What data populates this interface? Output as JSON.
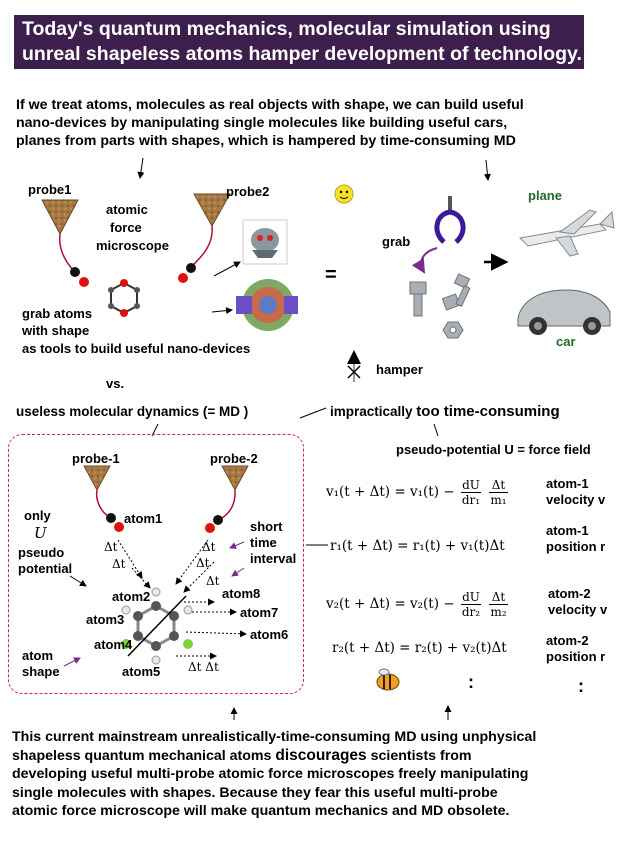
{
  "header": {
    "line1": "Today's quantum mechanics, molecular simulation using",
    "line2": "unreal shapeless atoms hamper development of technology."
  },
  "intro": {
    "line1": "If we treat atoms, molecules as real objects with shape, we can build useful",
    "line2": "nano-devices by manipulating single molecules like building useful cars,",
    "line3": "planes from parts with shapes, which is hampered by time-consuming MD"
  },
  "top_diagram": {
    "probe1": "probe1",
    "probe2": "probe2",
    "afm_line1": "atomic",
    "afm_line2": "force",
    "afm_line3": "microscope",
    "grab_line1": "grab atoms",
    "grab_line2": "with shape",
    "grab_line3": "as tools to build  useful nano-devices",
    "equals": "=",
    "grab": "grab",
    "plane": "plane",
    "car": "car",
    "hamper": "hamper",
    "vs": "vs."
  },
  "md_section": {
    "useless_md": "useless molecular dynamics (= MD )",
    "impractically": "impractically ",
    "too_time": "too time-consuming",
    "pseudo_u": "pseudo-potential U = force field",
    "probe_1": "probe-1",
    "probe_2": "probe-2",
    "only": "only",
    "u_symbol": "U",
    "pseudo": "pseudo",
    "potential": "potential",
    "atom1": "atom1",
    "atom2": "atom2",
    "atom3": "atom3",
    "atom4": "atom4",
    "atom5": "atom5",
    "atom6": "atom6",
    "atom7": "atom7",
    "atom8": "atom8",
    "short": "short",
    "time": "time",
    "interval": "interval",
    "atom_shape_1": "atom",
    "atom_shape_2": "shape",
    "dt": "Δt",
    "dtdt": "Δt Δt"
  },
  "equations": {
    "eq1_left": "v₁(t + Δt) = v₁(t)  −",
    "eq1_num": "dU",
    "eq1_den": "dr₁",
    "eq1_num2": "Δt",
    "eq1_den2": "m₁",
    "eq2": "r₁(t + Δt) = r₁(t) + v₁(t)Δt",
    "eq3_left": "v₂(t + Δt) = v₂(t) −",
    "eq3_num": "dU",
    "eq3_den": "dr₂",
    "eq3_num2": "Δt",
    "eq3_den2": "m₂",
    "eq4": "r₂(t + Δt) = r₂(t) + v₂(t)Δt",
    "lab1a": "atom-1",
    "lab1b": "velocity v",
    "lab2a": "atom-1",
    "lab2b": "position r",
    "lab3a": "atom-2",
    "lab3b": "velocity v",
    "lab4a": "atom-2",
    "lab4b": "position r",
    "colon": ":"
  },
  "conclusion": {
    "line1": "This current mainstream unrealistically-time-consuming MD using unphysical",
    "line2a": "shapeless quantum mechanical atoms ",
    "line2b": "discourages",
    "line2c": " scientists from",
    "line3": "developing useful multi-probe atomic force microscopes freely manipulating",
    "line4": "single molecules with shapes.  Because they fear this useful multi-probe",
    "line5": "atomic force microscope will make quantum mechanics and MD  obsolete."
  },
  "colors": {
    "banner": "#3d1f4e",
    "green_label": "#1e6b2a",
    "red_atom": "#e01010",
    "dashed_box": "#d23333"
  }
}
